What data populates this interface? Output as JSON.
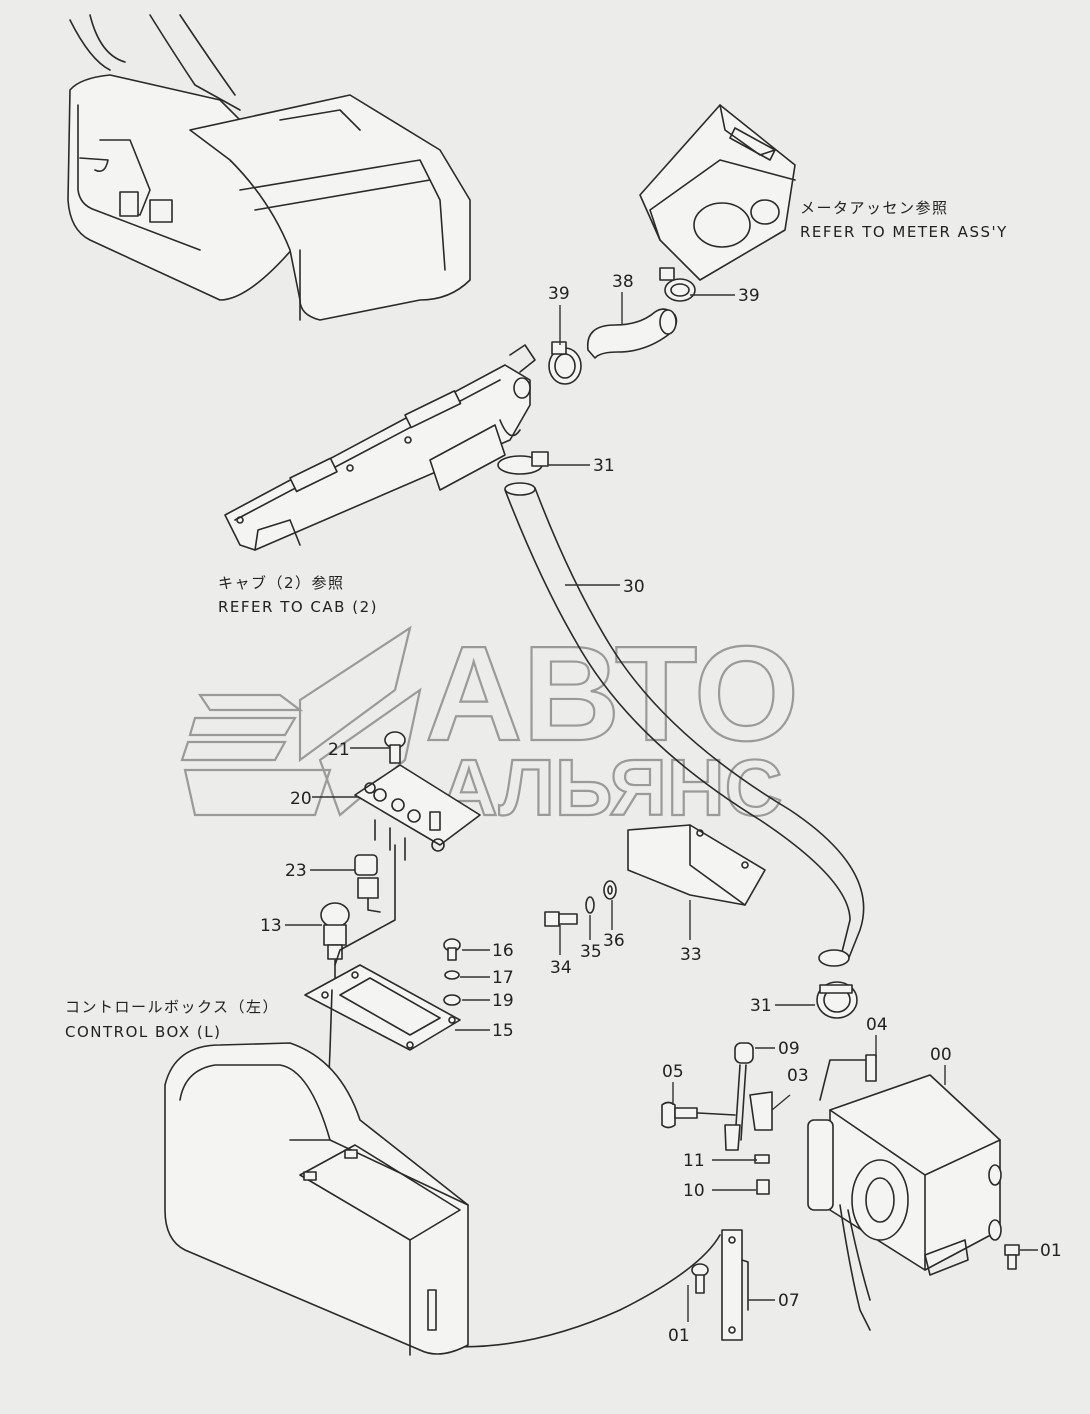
{
  "watermark": {
    "line1": "АВТО",
    "line2": "АЛЬЯНС"
  },
  "notes": {
    "meter_jp": "メータアッセン参照",
    "meter_en": "REFER TO METER ASS'Y",
    "cab_jp": "キャブ（2）参照",
    "cab_en": "REFER TO CAB (2)",
    "box_jp": "コントロールボックス（左）",
    "box_en": "CONTROL BOX (L)"
  },
  "parts": {
    "p39a": "39",
    "p38": "38",
    "p39b": "39",
    "p31a": "31",
    "p30": "30",
    "p21": "21",
    "p20": "20",
    "p23": "23",
    "p13": "13",
    "p16": "16",
    "p17": "17",
    "p19": "19",
    "p15": "15",
    "p34": "34",
    "p35": "35",
    "p36": "36",
    "p33": "33",
    "p31b": "31",
    "p04": "04",
    "p00": "00",
    "p09": "09",
    "p05": "05",
    "p03": "03",
    "p11": "11",
    "p10": "10",
    "p01a": "01",
    "p07": "07",
    "p01b": "01"
  }
}
